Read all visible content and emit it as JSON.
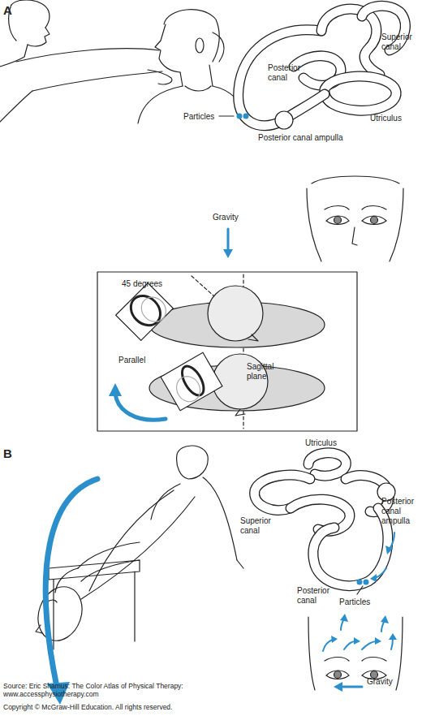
{
  "diagram": {
    "labels": [
      "A",
      "Posterior canal",
      "Superior canal",
      "Particles",
      "Posterior canal ampulla",
      "Utriculus",
      "Gravity",
      "45 degrees",
      "Parallel",
      "Sagittal plane",
      "B",
      "Utriculus",
      "Posterior canal ampulla",
      "Superior canal",
      "Posterior canal",
      "Particles",
      "Gravity",
      "Source: Eric Shamus: The Color Atlas of Physical Therapy: www.accessphysiotherapy.com",
      "Copyright © McGraw-Hill Education. All rights reserved."
    ]
  }
}
